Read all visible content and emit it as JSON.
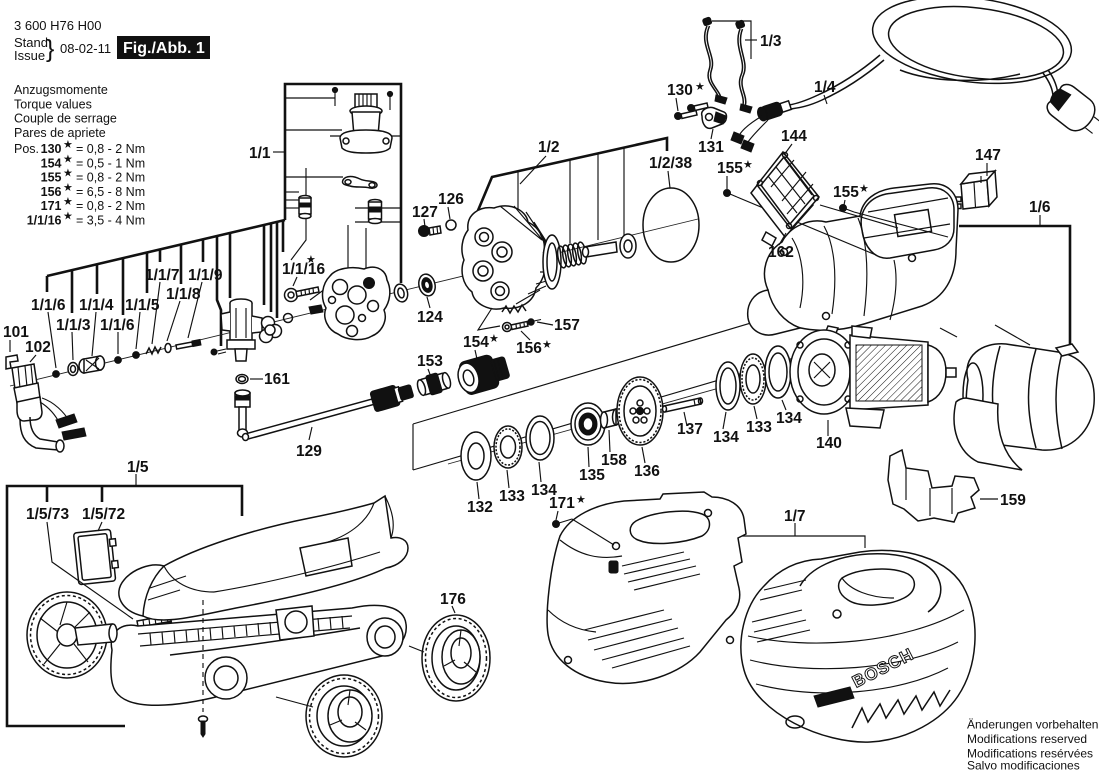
{
  "doc": {
    "part_number": "3 600 H76 H00",
    "stand_label": "Stand",
    "issue_label": "Issue",
    "brace": "}",
    "date": "08-02-11",
    "figure_title": "Fig./Abb. 1"
  },
  "torque_table": {
    "headings": [
      "Anzugsmomente",
      "Torque values",
      "Couple de serrage",
      "Pares de apriete"
    ],
    "pos_prefix": "Pos.",
    "rows": [
      {
        "pos": "130",
        "value": "= 0,8 - 2 Nm"
      },
      {
        "pos": "154",
        "value": "= 0,5 - 1 Nm"
      },
      {
        "pos": "155",
        "value": "= 0,8 - 2 Nm"
      },
      {
        "pos": "156",
        "value": "= 6,5 - 8 Nm"
      },
      {
        "pos": "171",
        "value": "= 0,8 - 2 Nm"
      },
      {
        "pos": "1/1/16",
        "value": "= 3,5 - 4 Nm"
      }
    ]
  },
  "symbols": {
    "star": "★"
  },
  "brand": {
    "logo": "BOSCH"
  },
  "footer": {
    "lines": [
      "Änderungen vorbehalten",
      "Modifications reserved",
      "Modifications resérvées",
      "Salvo modificaciones"
    ]
  },
  "parts": {
    "g11": {
      "label": "1/1"
    },
    "g12": {
      "label": "1/2"
    },
    "g1238": {
      "label": "1/2/38"
    },
    "g13": {
      "label": "1/3"
    },
    "g14": {
      "label": "1/4"
    },
    "g15": {
      "label": "1/5"
    },
    "g1572": {
      "label": "1/5/72"
    },
    "g1573": {
      "label": "1/5/73"
    },
    "g16": {
      "label": "1/6"
    },
    "g17": {
      "label": "1/7"
    },
    "p101": {
      "label": "101"
    },
    "p102": {
      "label": "102"
    },
    "p113": {
      "label": "1/1/3"
    },
    "p114": {
      "label": "1/1/4"
    },
    "p115": {
      "label": "1/1/5"
    },
    "p116a": {
      "label": "1/1/6"
    },
    "p116b": {
      "label": "1/1/6"
    },
    "p117": {
      "label": "1/1/7"
    },
    "p118": {
      "label": "1/1/8"
    },
    "p119": {
      "label": "1/1/9"
    },
    "p1116": {
      "label": "1/1/16"
    },
    "p124": {
      "label": "124"
    },
    "p126": {
      "label": "126"
    },
    "p127": {
      "label": "127"
    },
    "p129": {
      "label": "129"
    },
    "p130": {
      "label": "130"
    },
    "p131": {
      "label": "131"
    },
    "p132": {
      "label": "132"
    },
    "p133a": {
      "label": "133"
    },
    "p133b": {
      "label": "133"
    },
    "p134a": {
      "label": "134"
    },
    "p134b": {
      "label": "134"
    },
    "p134c": {
      "label": "134"
    },
    "p135": {
      "label": "135"
    },
    "p136": {
      "label": "136"
    },
    "p137": {
      "label": "137"
    },
    "p140": {
      "label": "140"
    },
    "p144": {
      "label": "144"
    },
    "p147": {
      "label": "147"
    },
    "p153": {
      "label": "153"
    },
    "p154": {
      "label": "154"
    },
    "p155a": {
      "label": "155"
    },
    "p155b": {
      "label": "155"
    },
    "p156": {
      "label": "156"
    },
    "p157": {
      "label": "157"
    },
    "p158": {
      "label": "158"
    },
    "p159": {
      "label": "159"
    },
    "p161": {
      "label": "161"
    },
    "p162": {
      "label": "162"
    },
    "p171": {
      "label": "171"
    },
    "p176": {
      "label": "176"
    }
  }
}
